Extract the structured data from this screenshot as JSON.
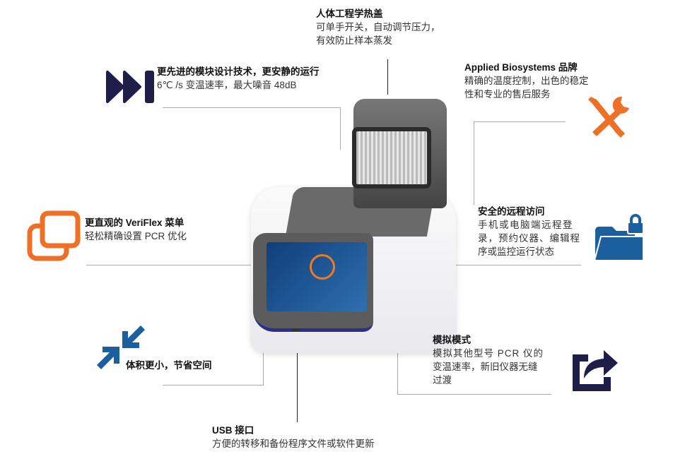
{
  "colors": {
    "navy": "#1f1d4a",
    "orange": "#ee7027",
    "blue": "#1b5f9e"
  },
  "features": {
    "lid": {
      "title": "人体工程学热盖",
      "lines": [
        "可单手开关，自动调节压力，",
        "有效防止样本蒸发"
      ]
    },
    "block": {
      "title": "更先进的模块设计技术，更安静的运行",
      "lines": [
        "6℃ /s 变温速率，最大噪音 48dB"
      ],
      "icon": "fast-forward-icon"
    },
    "brand": {
      "title": "Applied Biosystems 品牌",
      "lines": [
        "精确的温度控制，出色的稳定",
        "性和专业的售后服务"
      ],
      "icon": "tools-icon"
    },
    "veriflex": {
      "title": "更直观的 VeriFlex 菜单",
      "lines": [
        "轻松精确设置 PCR 优化"
      ],
      "icon": "layers-icon"
    },
    "remote": {
      "title": "安全的远程访问",
      "lines": [
        "手机或电脑端远程登",
        "录，预约仪器、编辑程",
        "序或监控运行状态"
      ],
      "icon": "locked-folder-icon"
    },
    "compact": {
      "title": "体积更小，节省空间",
      "icon": "compress-arrows-icon"
    },
    "emulation": {
      "title": "模拟模式",
      "lines": [
        "模拟其他型号 PCR 仪的",
        "变温速率，新旧仪器无缝",
        "过渡"
      ],
      "icon": "share-icon"
    },
    "usb": {
      "title": "USB 接口",
      "lines": [
        "方便的转移和备份程序文件或软件更新"
      ]
    }
  }
}
